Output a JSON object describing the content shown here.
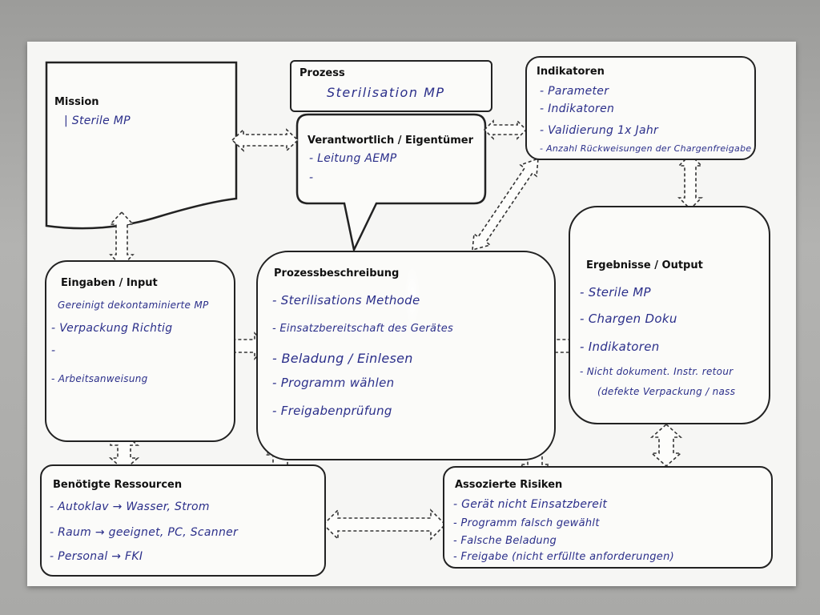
{
  "prozess": {
    "title": "Prozess",
    "text": "Sterilisation MP"
  },
  "mission": {
    "title": "Mission",
    "items": [
      "| Sterile MP"
    ]
  },
  "verantwortlich": {
    "title": "Verantwortlich / Eigentümer",
    "items": [
      "- Leitung AEMP",
      "-"
    ]
  },
  "indikatoren": {
    "title": "Indikatoren",
    "items": [
      "- Parameter",
      "- Indikatoren",
      "- Validierung 1x Jahr",
      "- Anzahl Rückweisungen der Chargenfreigabe"
    ]
  },
  "eingaben": {
    "title": "Eingaben / Input",
    "items": [
      "Gereinigt dekontaminierte MP",
      "- Verpackung Richtig",
      "-",
      "- Arbeitsanweisung"
    ]
  },
  "prozessbeschreibung": {
    "title": "Prozessbeschreibung",
    "items": [
      "- Sterilisations Methode",
      "- Einsatzbereitschaft des Gerätes",
      "- Beladung / Einlesen",
      "- Programm wählen",
      "- Freigabenprüfung"
    ]
  },
  "ergebnisse": {
    "title": "Ergebnisse / Output",
    "items": [
      "- Sterile MP",
      "- Chargen Doku",
      "- Indikatoren",
      "- Nicht dokument. Instr. retour",
      "(defekte Verpackung / nass"
    ]
  },
  "ressourcen": {
    "title": "Benötigte Ressourcen",
    "items": [
      "- Autoklav → Wasser, Strom",
      "- Raum → geeignet, PC, Scanner",
      "- Personal → FKI"
    ]
  },
  "risiken": {
    "title": "Assozierte Risiken",
    "items": [
      "- Gerät nicht Einsatzbereit",
      "- Programm falsch gewählt",
      "- Falsche Beladung",
      "- Freigabe (nicht erfüllte anforderungen)"
    ]
  }
}
